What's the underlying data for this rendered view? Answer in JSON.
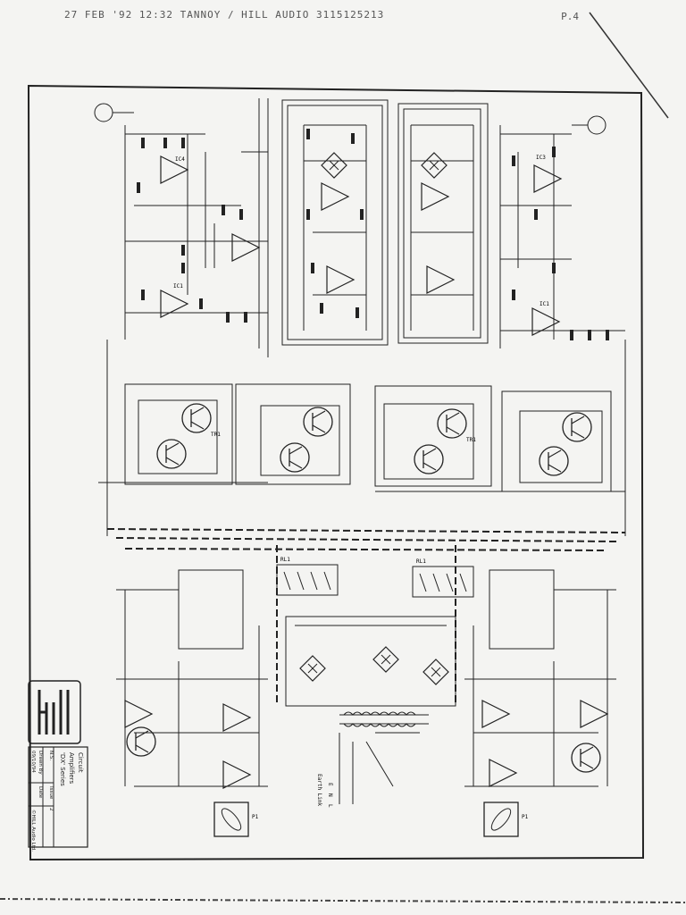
{
  "header": {
    "fax_line": "27 FEB   '92  12:32 TANNOY / HILL AUDIO 3115125213",
    "page": "P.4"
  },
  "title_block": {
    "logo": "hill",
    "drawn_by_label": "Drawn By",
    "drawn_by": "N.S.",
    "date_label": "Date",
    "date": "09/10/94",
    "issue_label": "Issue",
    "issue": "2",
    "title_line1": "'DX' Series",
    "title_line2": "Amplifiers",
    "title_line3": "Circuit",
    "company": "©HILL Audio Ltd."
  },
  "diagram": {
    "labels": {
      "ic_upper_left": "IC4",
      "ic_upper_right": "IC3",
      "ic_mid_left": "IC1",
      "ic_mid_right": "IC1",
      "tr_left": "TR1",
      "tr_right": "TR1",
      "fan": "P1",
      "relay_left": "RL1",
      "relay_right": "RL1",
      "earth_link": "Earth Link",
      "mains_L": "L",
      "mains_N": "N",
      "mains_E": "E"
    }
  }
}
